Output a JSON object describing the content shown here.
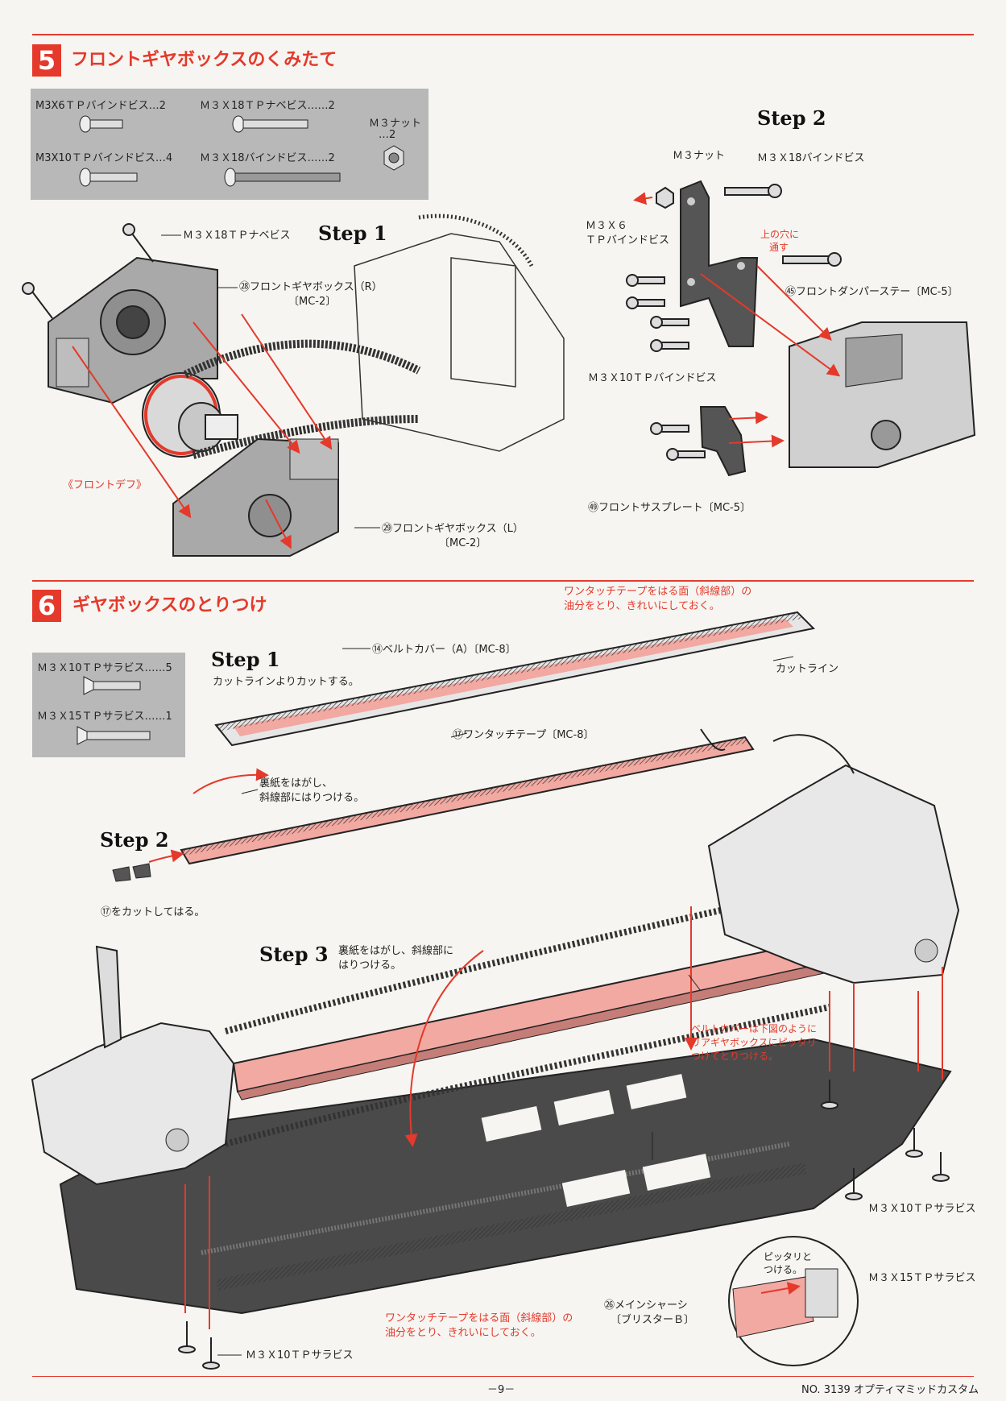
{
  "section5": {
    "number": "5",
    "title": "フロントギヤボックスのくみたて",
    "parts": [
      {
        "label": "M3X6ＴＰバインドビス…2",
        "icon": "short-screw-icon"
      },
      {
        "label": "Ｍ３Ｘ18ＴＰナベビス……2",
        "icon": "long-screw-icon"
      },
      {
        "label": "M3X10ＴＰバインドビス…4",
        "icon": "medium-screw-icon"
      },
      {
        "label": "Ｍ３Ｘ18バインドビス……2",
        "icon": "machine-screw-icon"
      }
    ],
    "nut_label_1": "Ｍ３ナット",
    "nut_label_2": "…2",
    "step1": {
      "title": "Step 1",
      "screw_label": "Ｍ３Ｘ18ＴＰナベビス",
      "gearbox_r_1": "㉘フロントギヤボックス（R）",
      "gearbox_r_2": "〔MC-2〕",
      "front_diff": "《フロントデフ》",
      "gearbox_l_1": "㉙フロントギヤボックス（L）",
      "gearbox_l_2": "〔MC-2〕"
    },
    "step2": {
      "title": "Step 2",
      "nut": "Ｍ３ナット",
      "screw18": "Ｍ３Ｘ18バインドビス",
      "m3x6_1": "Ｍ３Ｘ６",
      "m3x6_2": "ＴＰバインドビス",
      "upper_hole_1": "上の穴に",
      "upper_hole_2": "通す",
      "damper_stay": "㊺フロントダンパーステー〔MC-5〕",
      "m3x10": "Ｍ３Ｘ10ＴＰバインドビス",
      "sus_plate": "㊾フロントサスプレート〔MC-5〕"
    }
  },
  "section6": {
    "number": "6",
    "title": "ギヤボックスのとりつけ",
    "parts": [
      {
        "label": "Ｍ３Ｘ10ＴＰサラビス……5",
        "icon": "flat-screw-icon"
      },
      {
        "label": "Ｍ３Ｘ15ＴＰサラビス……1",
        "icon": "flat-screw-long-icon"
      }
    ],
    "top_note_1": "ワンタッチテープをはる面（斜線部）の",
    "top_note_2": "油分をとり、きれいにしておく。",
    "step1": {
      "title": "Step 1",
      "instruction": "カットラインよりカットする。",
      "belt_cover": "⑭ベルトカバー（A）〔MC-8〕",
      "cut_line": "カットライン",
      "tape": "⑰ワンタッチテープ〔MC-8〕"
    },
    "step2": {
      "title": "Step 2",
      "peel_1": "裏紙をはがし、",
      "peel_2": "斜線部にはりつける。",
      "cut_note": "⑰をカットしてはる。"
    },
    "step3": {
      "title": "Step 3",
      "peel_1": "裏紙をはがし、斜線部に",
      "peel_2": "はりつける。"
    },
    "fit_note_1": "ベルトカバーは下図のように",
    "fit_note_2": "リアギヤボックスにピッタリ",
    "fit_note_3": "つけてとりつける。",
    "screw10_right": "Ｍ３Ｘ10ＴＰサラビス",
    "screw15_right": "Ｍ３Ｘ15ＴＰサラビス",
    "snug_1": "ピッタリと",
    "snug_2": "つける。",
    "bottom_note_1": "ワンタッチテープをはる面（斜線部）の",
    "bottom_note_2": "油分をとり、きれいにしておく。",
    "main_chassis_1": "㉖メインシャーシ",
    "main_chassis_2": "〔ブリスターＢ〕",
    "screw10_bottom": "Ｍ３Ｘ10ＴＰサラビス"
  },
  "footer": {
    "page": "－9－",
    "model": "NO. 3139 オプティマミッドカスタム"
  },
  "colors": {
    "accent": "#e4392b",
    "parts_box": "#b8b8b8",
    "tape_pink": "#f1a9a2",
    "chassis": "#444444"
  }
}
